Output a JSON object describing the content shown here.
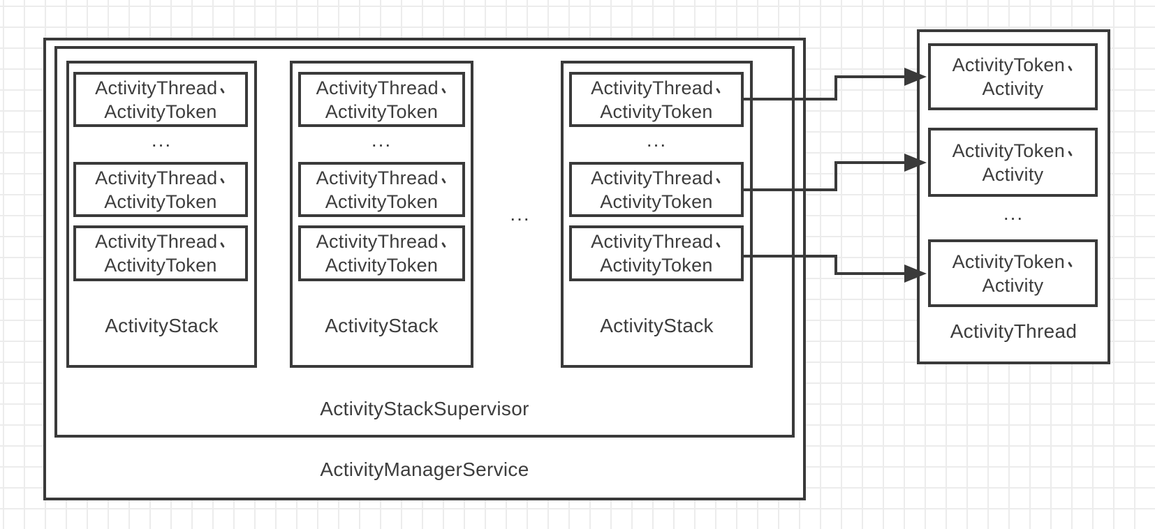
{
  "diagram": {
    "manager_label": "ActivityManagerService",
    "supervisor_label": "ActivityStackSupervisor",
    "between_stacks_ellipsis": "...",
    "stacks": [
      {
        "label": "ActivityStack",
        "ellipsis": "...",
        "items": [
          "ActivityThread、ActivityToken",
          "ActivityThread、ActivityToken",
          "ActivityThread、ActivityToken"
        ]
      },
      {
        "label": "ActivityStack",
        "ellipsis": "...",
        "items": [
          "ActivityThread、ActivityToken",
          "ActivityThread、ActivityToken",
          "ActivityThread、ActivityToken"
        ]
      },
      {
        "label": "ActivityStack",
        "ellipsis": "...",
        "items": [
          "ActivityThread、ActivityToken",
          "ActivityThread、ActivityToken",
          "ActivityThread、ActivityToken"
        ]
      }
    ],
    "thread": {
      "label": "ActivityThread",
      "ellipsis": "...",
      "items": [
        "ActivityToken、Activity",
        "ActivityToken、Activity",
        "ActivityToken、Activity"
      ]
    },
    "arrows": [
      {
        "from": "stack-3-item-1",
        "to": "thread-item-1"
      },
      {
        "from": "stack-3-item-2",
        "to": "thread-item-2"
      },
      {
        "from": "stack-3-item-3",
        "to": "thread-item-3"
      }
    ],
    "colors": {
      "line": "#3a3a3a",
      "text": "#3d3d3d",
      "background": "#ffffff",
      "grid": "#ececec"
    }
  }
}
